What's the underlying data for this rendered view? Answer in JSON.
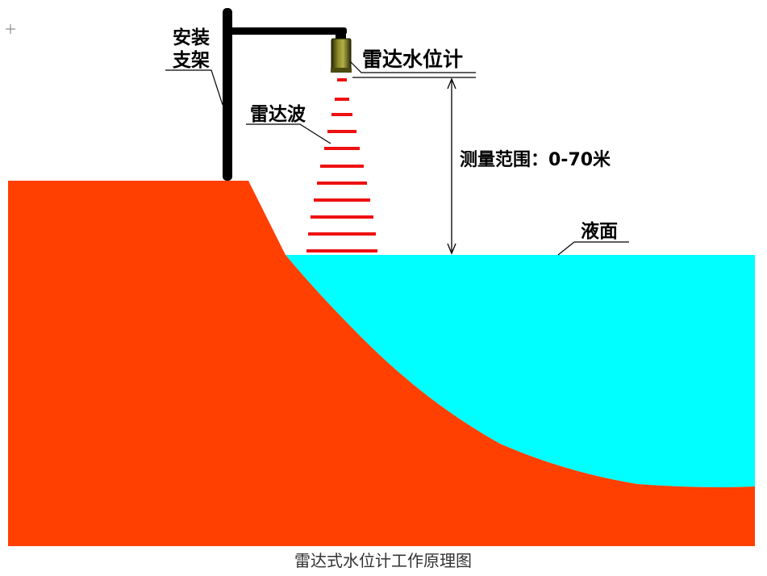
{
  "labels": {
    "bracket": [
      "安装",
      "支架"
    ],
    "meter": "雷达水位计",
    "wave": "雷达波",
    "range": "测量范围：0-70米",
    "surface": "液面"
  },
  "caption": "雷达式水位计工作原理图",
  "colors": {
    "ground": "#ff4000",
    "water": "#00ffff",
    "wave": "#ee1111",
    "bracket": "#000000",
    "meter_body": "#6b6b1a"
  },
  "icons": {
    "cursor": "crosshair-cursor-icon"
  }
}
